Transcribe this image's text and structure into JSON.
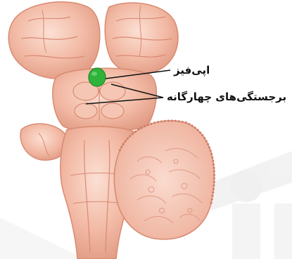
{
  "diagram": {
    "labels": {
      "epiphysis": "اپی‌فیز",
      "colliculi": "برجستگی‌های چهارگانه"
    },
    "colors": {
      "tissue": "#f2b9a4",
      "tissue_dark": "#d98a72",
      "tissue_light": "#f8d6c8",
      "epiphysis": "#2fb33a",
      "watermark": "#e6e6e6",
      "leader_line": "#111111"
    },
    "structures": [
      "cerebral-hemisphere-left",
      "cerebral-hemisphere-right",
      "epiphysis",
      "quadrigeminal-bodies",
      "brainstem",
      "cerebellum-section"
    ]
  }
}
